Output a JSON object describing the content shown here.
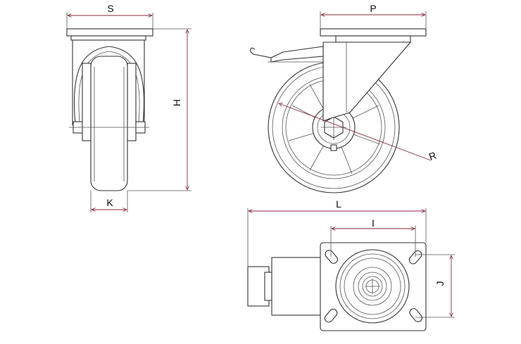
{
  "dimension_labels": {
    "s": "S",
    "h": "H",
    "k": "K",
    "p": "P",
    "r": "R",
    "l": "L",
    "i": "I",
    "j": "J"
  },
  "colors": {
    "line": "#333333",
    "dimension_line": "#8a2a3a",
    "background": "#ffffff"
  }
}
